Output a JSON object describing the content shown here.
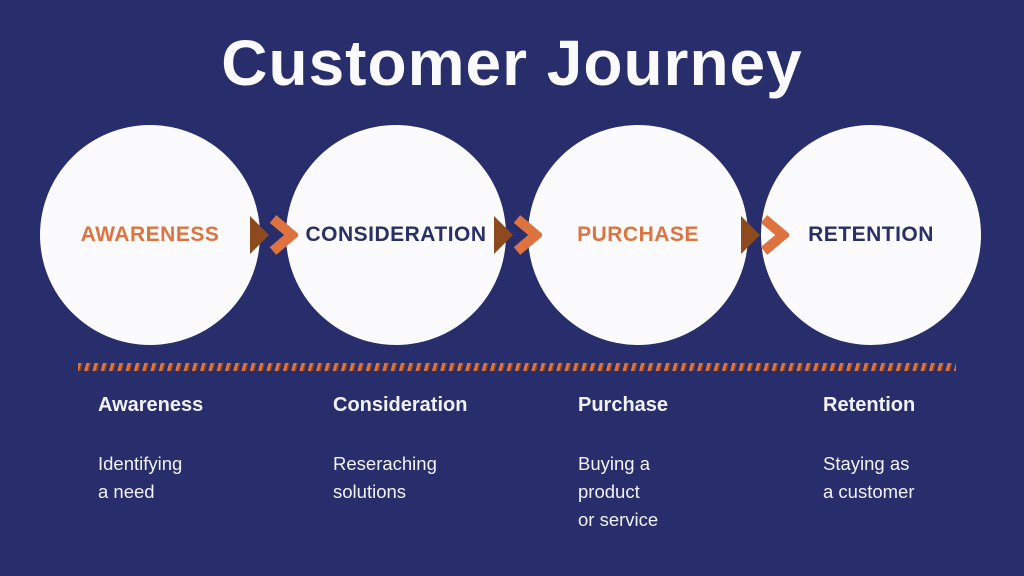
{
  "title": "Customer Journey",
  "colors": {
    "background": "#272E6B",
    "circle_fill": "#FBFBFD",
    "accent_orange": "#DF7340",
    "accent_rust": "#8C4A1E",
    "navy_text": "#293066",
    "body_text": "#F2F2F6"
  },
  "stages": [
    {
      "label": "AWARENESS",
      "heading": "Awareness",
      "description": "Identifying\na need"
    },
    {
      "label": "CONSIDERATION",
      "heading": "Consideration",
      "description": "Reseraching\nsolutions"
    },
    {
      "label": "PURCHASE",
      "heading": "Purchase",
      "description": "Buying a\nproduct\nor service"
    },
    {
      "label": "RETENTION",
      "heading": "Retention",
      "description": "Staying as\na customer"
    }
  ],
  "arrows": {
    "count": 3,
    "icon": "double-chevron-right-icon"
  }
}
